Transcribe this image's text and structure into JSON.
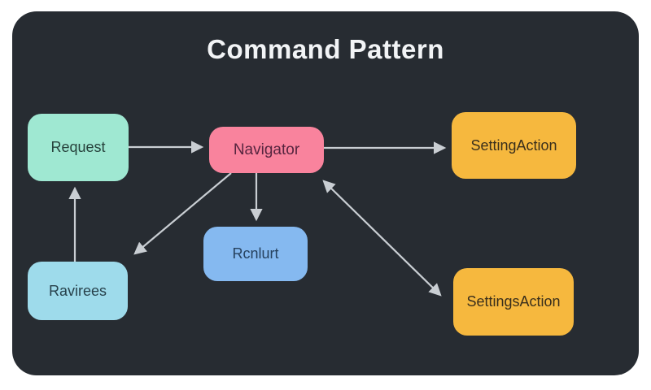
{
  "diagram": {
    "title": "Command Pattern",
    "nodes": [
      {
        "id": "request",
        "label": "Request",
        "color": "#9fe8d2"
      },
      {
        "id": "navigator",
        "label": "Navigator",
        "color": "#f9839d"
      },
      {
        "id": "setting_action",
        "label": "SettingAction",
        "color": "#f6b83e"
      },
      {
        "id": "rcnlurt",
        "label": "Rcnlurt",
        "color": "#85b9f0"
      },
      {
        "id": "ravirees",
        "label": "Ravirees",
        "color": "#9edbeb"
      },
      {
        "id": "settings_action",
        "label": "SettingsAction",
        "color": "#f6b83e"
      }
    ],
    "edges": [
      {
        "from": "request",
        "to": "navigator",
        "direction": "single"
      },
      {
        "from": "navigator",
        "to": "setting_action",
        "direction": "single"
      },
      {
        "from": "navigator",
        "to": "rcnlurt",
        "direction": "single"
      },
      {
        "from": "navigator",
        "to": "ravirees",
        "direction": "single"
      },
      {
        "from": "ravirees",
        "to": "request",
        "direction": "single"
      },
      {
        "from": "navigator",
        "to": "settings_action",
        "direction": "double"
      }
    ],
    "colors": {
      "canvas_background": "#ffffff",
      "board_background": "#272c32",
      "arrow": "#c9ced3",
      "title_text": "#f2f4f6"
    }
  }
}
